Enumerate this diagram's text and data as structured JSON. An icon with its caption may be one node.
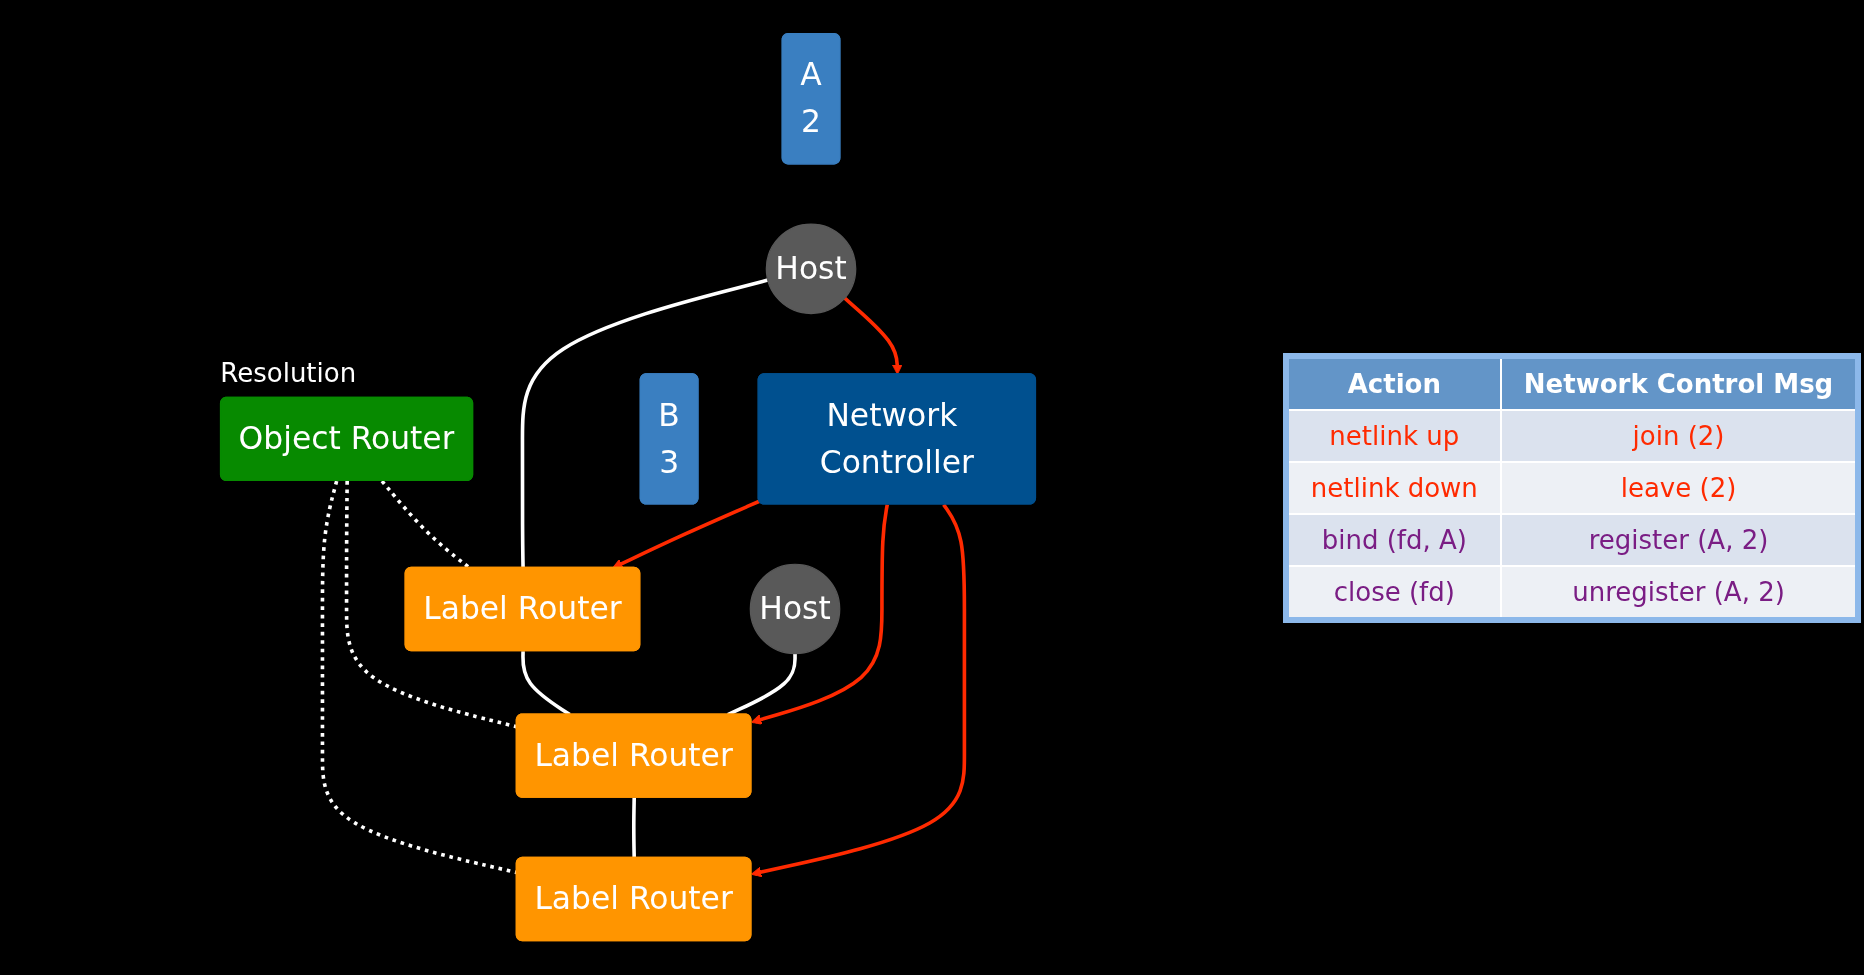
{
  "diagram": {
    "nodes": [
      {
        "text": [
          "Network Controller"
        ]
      },
      {
        "text": [
          "Object Router"
        ],
        "beside": [
          "Resolution"
        ]
      },
      {
        "text": [
          "Label Router"
        ]
      },
      {
        "text": [
          "Label Router"
        ]
      },
      {
        "text": [
          "Label Router"
        ]
      },
      {
        "text": [
          "Host"
        ]
      },
      {
        "text": [
          "Host"
        ]
      },
      {
        "text": [
          "A",
          "2"
        ]
      },
      {
        "text": [
          "B",
          "3"
        ]
      }
    ],
    "edges": [
      {
        "from": 1,
        "to": 2,
        "arrow": "none",
        "style": "dashed"
      },
      {
        "from": 1,
        "to": 3,
        "arrow": "none",
        "style": "dashed"
      },
      {
        "from": 1,
        "to": 4,
        "arrow": "none",
        "style": "dashed"
      },
      {
        "from": 2,
        "to": 3,
        "arrow": "none"
      },
      {
        "from": 3,
        "to": 4,
        "arrow": "none"
      },
      {
        "from": 5,
        "to": 2,
        "arrow": "none"
      },
      {
        "from": 6,
        "to": 3,
        "arrow": "none"
      },
      {
        "from": 5,
        "to": 0,
        "arrow": "to",
        "color": "#ff2a00"
      },
      {
        "from": 0,
        "to": 2,
        "arrow": "to",
        "color": "#ff2a00"
      },
      {
        "from": 0,
        "to": 3,
        "arrow": "to",
        "color": "#ff2a00"
      },
      {
        "from": 0,
        "to": 4,
        "arrow": "to",
        "color": "#ff2a00"
      }
    ],
    "labels": [
      "Action",
      "Network Control Msg",
      "netlink up",
      "join (2)",
      "netlink down",
      "leave (2)",
      "bind (fd, A)",
      "register (A, 2)",
      "close (fd)",
      "unregister (A, 2)"
    ]
  }
}
